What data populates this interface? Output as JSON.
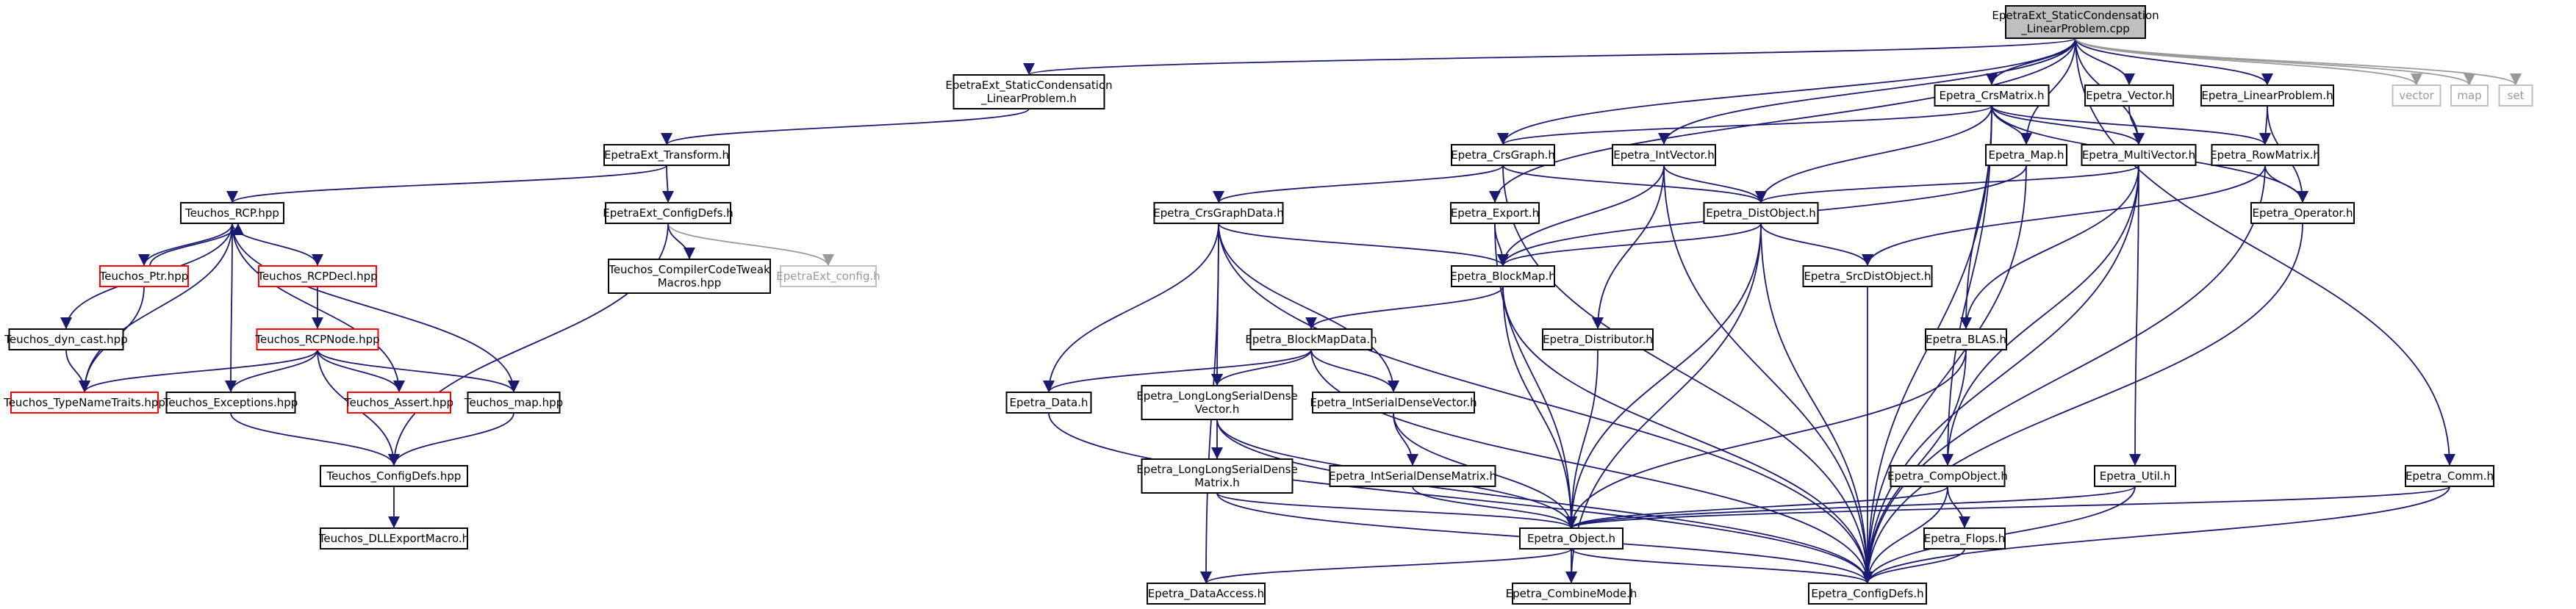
{
  "title_node": "EpetraExt_StaticCondensation_LinearProblem.cpp",
  "colors": {
    "edge": "#191970",
    "root_fill": "#bfbfbf",
    "node_border": "#000000",
    "missing_doc_border": "#ff0000",
    "external_border": "#bfbfbf",
    "external_text": "#999999"
  },
  "nodes": [
    {
      "id": "root",
      "lines": [
        "EpetraExt_StaticCondensation",
        "_LinearProblem.cpp"
      ],
      "kind": "root"
    },
    {
      "id": "sc_h",
      "lines": [
        "EpetraExt_StaticCondensation",
        "_LinearProblem.h"
      ],
      "kind": "normal"
    },
    {
      "id": "transform",
      "lines": [
        "EpetraExt_Transform.h"
      ],
      "kind": "normal"
    },
    {
      "id": "teuchos_rcp",
      "lines": [
        "Teuchos_RCP.hpp"
      ],
      "kind": "normal"
    },
    {
      "id": "ext_configdefs",
      "lines": [
        "EpetraExt_ConfigDefs.h"
      ],
      "kind": "normal"
    },
    {
      "id": "teuchos_ptr",
      "lines": [
        "Teuchos_Ptr.hpp"
      ],
      "kind": "red"
    },
    {
      "id": "teuchos_rcpdecl",
      "lines": [
        "Teuchos_RCPDecl.hpp"
      ],
      "kind": "red"
    },
    {
      "id": "compiler_tweak",
      "lines": [
        "Teuchos_CompilerCodeTweak",
        "Macros.hpp"
      ],
      "kind": "normal"
    },
    {
      "id": "ext_config",
      "lines": [
        "EpetraExt_config.h"
      ],
      "kind": "external"
    },
    {
      "id": "dyn_cast",
      "lines": [
        "Teuchos_dyn_cast.hpp"
      ],
      "kind": "normal"
    },
    {
      "id": "rcpnode",
      "lines": [
        "Teuchos_RCPNode.hpp"
      ],
      "kind": "red"
    },
    {
      "id": "typenametraits",
      "lines": [
        "Teuchos_TypeNameTraits.hpp"
      ],
      "kind": "red"
    },
    {
      "id": "exceptions",
      "lines": [
        "Teuchos_Exceptions.hpp"
      ],
      "kind": "normal"
    },
    {
      "id": "assert",
      "lines": [
        "Teuchos_Assert.hpp"
      ],
      "kind": "red"
    },
    {
      "id": "tmap",
      "lines": [
        "Teuchos_map.hpp"
      ],
      "kind": "normal"
    },
    {
      "id": "t_configdefs",
      "lines": [
        "Teuchos_ConfigDefs.hpp"
      ],
      "kind": "normal"
    },
    {
      "id": "dllexport",
      "lines": [
        "Teuchos_DLLExportMacro.h"
      ],
      "kind": "normal"
    },
    {
      "id": "crsmatrix",
      "lines": [
        "Epetra_CrsMatrix.h"
      ],
      "kind": "normal"
    },
    {
      "id": "vector",
      "lines": [
        "Epetra_Vector.h"
      ],
      "kind": "normal"
    },
    {
      "id": "linearproblem",
      "lines": [
        "Epetra_LinearProblem.h"
      ],
      "kind": "normal"
    },
    {
      "id": "std_vector",
      "lines": [
        "vector"
      ],
      "kind": "external"
    },
    {
      "id": "std_map",
      "lines": [
        "map"
      ],
      "kind": "external"
    },
    {
      "id": "std_set",
      "lines": [
        "set"
      ],
      "kind": "external"
    },
    {
      "id": "crsgraph",
      "lines": [
        "Epetra_CrsGraph.h"
      ],
      "kind": "normal"
    },
    {
      "id": "intvector",
      "lines": [
        "Epetra_IntVector.h"
      ],
      "kind": "normal"
    },
    {
      "id": "emap",
      "lines": [
        "Epetra_Map.h"
      ],
      "kind": "normal"
    },
    {
      "id": "multivector",
      "lines": [
        "Epetra_MultiVector.h"
      ],
      "kind": "normal"
    },
    {
      "id": "rowmatrix",
      "lines": [
        "Epetra_RowMatrix.h"
      ],
      "kind": "normal"
    },
    {
      "id": "crsgraphdata",
      "lines": [
        "Epetra_CrsGraphData.h"
      ],
      "kind": "normal"
    },
    {
      "id": "export",
      "lines": [
        "Epetra_Export.h"
      ],
      "kind": "normal"
    },
    {
      "id": "distobject",
      "lines": [
        "Epetra_DistObject.h"
      ],
      "kind": "normal"
    },
    {
      "id": "operator",
      "lines": [
        "Epetra_Operator.h"
      ],
      "kind": "normal"
    },
    {
      "id": "blockmap",
      "lines": [
        "Epetra_BlockMap.h"
      ],
      "kind": "normal"
    },
    {
      "id": "srcdistobject",
      "lines": [
        "Epetra_SrcDistObject.h"
      ],
      "kind": "normal"
    },
    {
      "id": "blockmapdata",
      "lines": [
        "Epetra_BlockMapData.h"
      ],
      "kind": "normal"
    },
    {
      "id": "distributor",
      "lines": [
        "Epetra_Distributor.h"
      ],
      "kind": "normal"
    },
    {
      "id": "blas",
      "lines": [
        "Epetra_BLAS.h"
      ],
      "kind": "normal"
    },
    {
      "id": "edata",
      "lines": [
        "Epetra_Data.h"
      ],
      "kind": "normal"
    },
    {
      "id": "llsdv",
      "lines": [
        "Epetra_LongLongSerialDense",
        "Vector.h"
      ],
      "kind": "normal"
    },
    {
      "id": "isdv",
      "lines": [
        "Epetra_IntSerialDenseVector.h"
      ],
      "kind": "normal"
    },
    {
      "id": "llsdm",
      "lines": [
        "Epetra_LongLongSerialDense",
        "Matrix.h"
      ],
      "kind": "normal"
    },
    {
      "id": "isdm",
      "lines": [
        "Epetra_IntSerialDenseMatrix.h"
      ],
      "kind": "normal"
    },
    {
      "id": "compobject",
      "lines": [
        "Epetra_CompObject.h"
      ],
      "kind": "normal"
    },
    {
      "id": "util",
      "lines": [
        "Epetra_Util.h"
      ],
      "kind": "normal"
    },
    {
      "id": "comm",
      "lines": [
        "Epetra_Comm.h"
      ],
      "kind": "normal"
    },
    {
      "id": "flops",
      "lines": [
        "Epetra_Flops.h"
      ],
      "kind": "normal"
    },
    {
      "id": "eobject",
      "lines": [
        "Epetra_Object.h"
      ],
      "kind": "normal"
    },
    {
      "id": "dataaccess",
      "lines": [
        "Epetra_DataAccess.h"
      ],
      "kind": "normal"
    },
    {
      "id": "combinemode",
      "lines": [
        "Epetra_CombineMode.h"
      ],
      "kind": "normal"
    },
    {
      "id": "e_configdefs",
      "lines": [
        "Epetra_ConfigDefs.h"
      ],
      "kind": "normal"
    }
  ],
  "edges": [
    [
      "root",
      "sc_h"
    ],
    [
      "root",
      "crsgraph"
    ],
    [
      "root",
      "export"
    ],
    [
      "root",
      "intvector"
    ],
    [
      "root",
      "crsmatrix"
    ],
    [
      "root",
      "emap"
    ],
    [
      "root",
      "multivector"
    ],
    [
      "root",
      "vector"
    ],
    [
      "root",
      "linearproblem"
    ],
    [
      "root",
      "comm"
    ],
    [
      "root",
      "std_vector"
    ],
    [
      "root",
      "std_map"
    ],
    [
      "root",
      "std_set"
    ],
    [
      "sc_h",
      "transform"
    ],
    [
      "transform",
      "teuchos_rcp"
    ],
    [
      "transform",
      "ext_configdefs"
    ],
    [
      "teuchos_rcp",
      "teuchos_ptr"
    ],
    [
      "teuchos_rcp",
      "teuchos_rcpdecl"
    ],
    [
      "teuchos_rcp",
      "dyn_cast"
    ],
    [
      "teuchos_rcp",
      "typenametraits"
    ],
    [
      "teuchos_rcp",
      "exceptions"
    ],
    [
      "teuchos_rcp",
      "assert"
    ],
    [
      "teuchos_rcp",
      "tmap"
    ],
    [
      "teuchos_ptr",
      "teuchos_rcp"
    ],
    [
      "teuchos_ptr",
      "typenametraits"
    ],
    [
      "teuchos_rcpdecl",
      "rcpnode"
    ],
    [
      "rcpnode",
      "typenametraits"
    ],
    [
      "rcpnode",
      "exceptions"
    ],
    [
      "rcpnode",
      "assert"
    ],
    [
      "rcpnode",
      "tmap"
    ],
    [
      "rcpnode",
      "t_configdefs"
    ],
    [
      "dyn_cast",
      "typenametraits"
    ],
    [
      "exceptions",
      "t_configdefs"
    ],
    [
      "tmap",
      "t_configdefs"
    ],
    [
      "t_configdefs",
      "dllexport"
    ],
    [
      "ext_configdefs",
      "compiler_tweak"
    ],
    [
      "ext_configdefs",
      "ext_config"
    ],
    [
      "ext_configdefs",
      "t_configdefs"
    ],
    [
      "crsmatrix",
      "crsgraph"
    ],
    [
      "crsmatrix",
      "emap"
    ],
    [
      "crsmatrix",
      "multivector"
    ],
    [
      "crsmatrix",
      "rowmatrix"
    ],
    [
      "crsmatrix",
      "distobject"
    ],
    [
      "crsmatrix",
      "operator"
    ],
    [
      "crsmatrix",
      "blas"
    ],
    [
      "crsmatrix",
      "compobject"
    ],
    [
      "crsmatrix",
      "e_configdefs"
    ],
    [
      "vector",
      "multivector"
    ],
    [
      "linearproblem",
      "rowmatrix"
    ],
    [
      "linearproblem",
      "operator"
    ],
    [
      "crsgraph",
      "crsgraphdata"
    ],
    [
      "crsgraph",
      "distobject"
    ],
    [
      "crsgraph",
      "e_configdefs"
    ],
    [
      "intvector",
      "distobject"
    ],
    [
      "intvector",
      "blockmap"
    ],
    [
      "intvector",
      "distributor"
    ],
    [
      "intvector",
      "e_configdefs"
    ],
    [
      "emap",
      "blockmap"
    ],
    [
      "emap",
      "e_configdefs"
    ],
    [
      "multivector",
      "distobject"
    ],
    [
      "multivector",
      "blas"
    ],
    [
      "multivector",
      "compobject"
    ],
    [
      "multivector",
      "util"
    ],
    [
      "multivector",
      "e_configdefs"
    ],
    [
      "rowmatrix",
      "operator"
    ],
    [
      "rowmatrix",
      "srcdistobject"
    ],
    [
      "rowmatrix",
      "e_configdefs"
    ],
    [
      "crsgraphdata",
      "blockmap"
    ],
    [
      "crsgraphdata",
      "edata"
    ],
    [
      "crsgraphdata",
      "llsdv"
    ],
    [
      "crsgraphdata",
      "isdv"
    ],
    [
      "crsgraphdata",
      "e_configdefs"
    ],
    [
      "crsgraphdata",
      "dataaccess"
    ],
    [
      "export",
      "blockmap"
    ],
    [
      "export",
      "eobject"
    ],
    [
      "distobject",
      "blockmap"
    ],
    [
      "distobject",
      "srcdistobject"
    ],
    [
      "distobject",
      "eobject"
    ],
    [
      "distobject",
      "e_configdefs"
    ],
    [
      "distobject",
      "combinemode"
    ],
    [
      "operator",
      "e_configdefs"
    ],
    [
      "blockmap",
      "blockmapdata"
    ],
    [
      "blockmap",
      "eobject"
    ],
    [
      "blockmap",
      "e_configdefs"
    ],
    [
      "srcdistobject",
      "e_configdefs"
    ],
    [
      "blockmapdata",
      "edata"
    ],
    [
      "blockmapdata",
      "llsdv"
    ],
    [
      "blockmapdata",
      "isdv"
    ],
    [
      "blockmapdata",
      "e_configdefs"
    ],
    [
      "distributor",
      "eobject"
    ],
    [
      "blas",
      "eobject"
    ],
    [
      "blas",
      "e_configdefs"
    ],
    [
      "edata",
      "e_configdefs"
    ],
    [
      "llsdv",
      "llsdm"
    ],
    [
      "llsdv",
      "eobject"
    ],
    [
      "llsdv",
      "e_configdefs"
    ],
    [
      "isdv",
      "isdm"
    ],
    [
      "isdv",
      "eobject"
    ],
    [
      "llsdm",
      "eobject"
    ],
    [
      "llsdm",
      "e_configdefs"
    ],
    [
      "isdm",
      "eobject"
    ],
    [
      "compobject",
      "flops"
    ],
    [
      "compobject",
      "eobject"
    ],
    [
      "compobject",
      "e_configdefs"
    ],
    [
      "util",
      "eobject"
    ],
    [
      "util",
      "e_configdefs"
    ],
    [
      "comm",
      "eobject"
    ],
    [
      "comm",
      "e_configdefs"
    ],
    [
      "flops",
      "e_configdefs"
    ],
    [
      "eobject",
      "dataaccess"
    ],
    [
      "eobject",
      "combinemode"
    ],
    [
      "eobject",
      "e_configdefs"
    ]
  ]
}
